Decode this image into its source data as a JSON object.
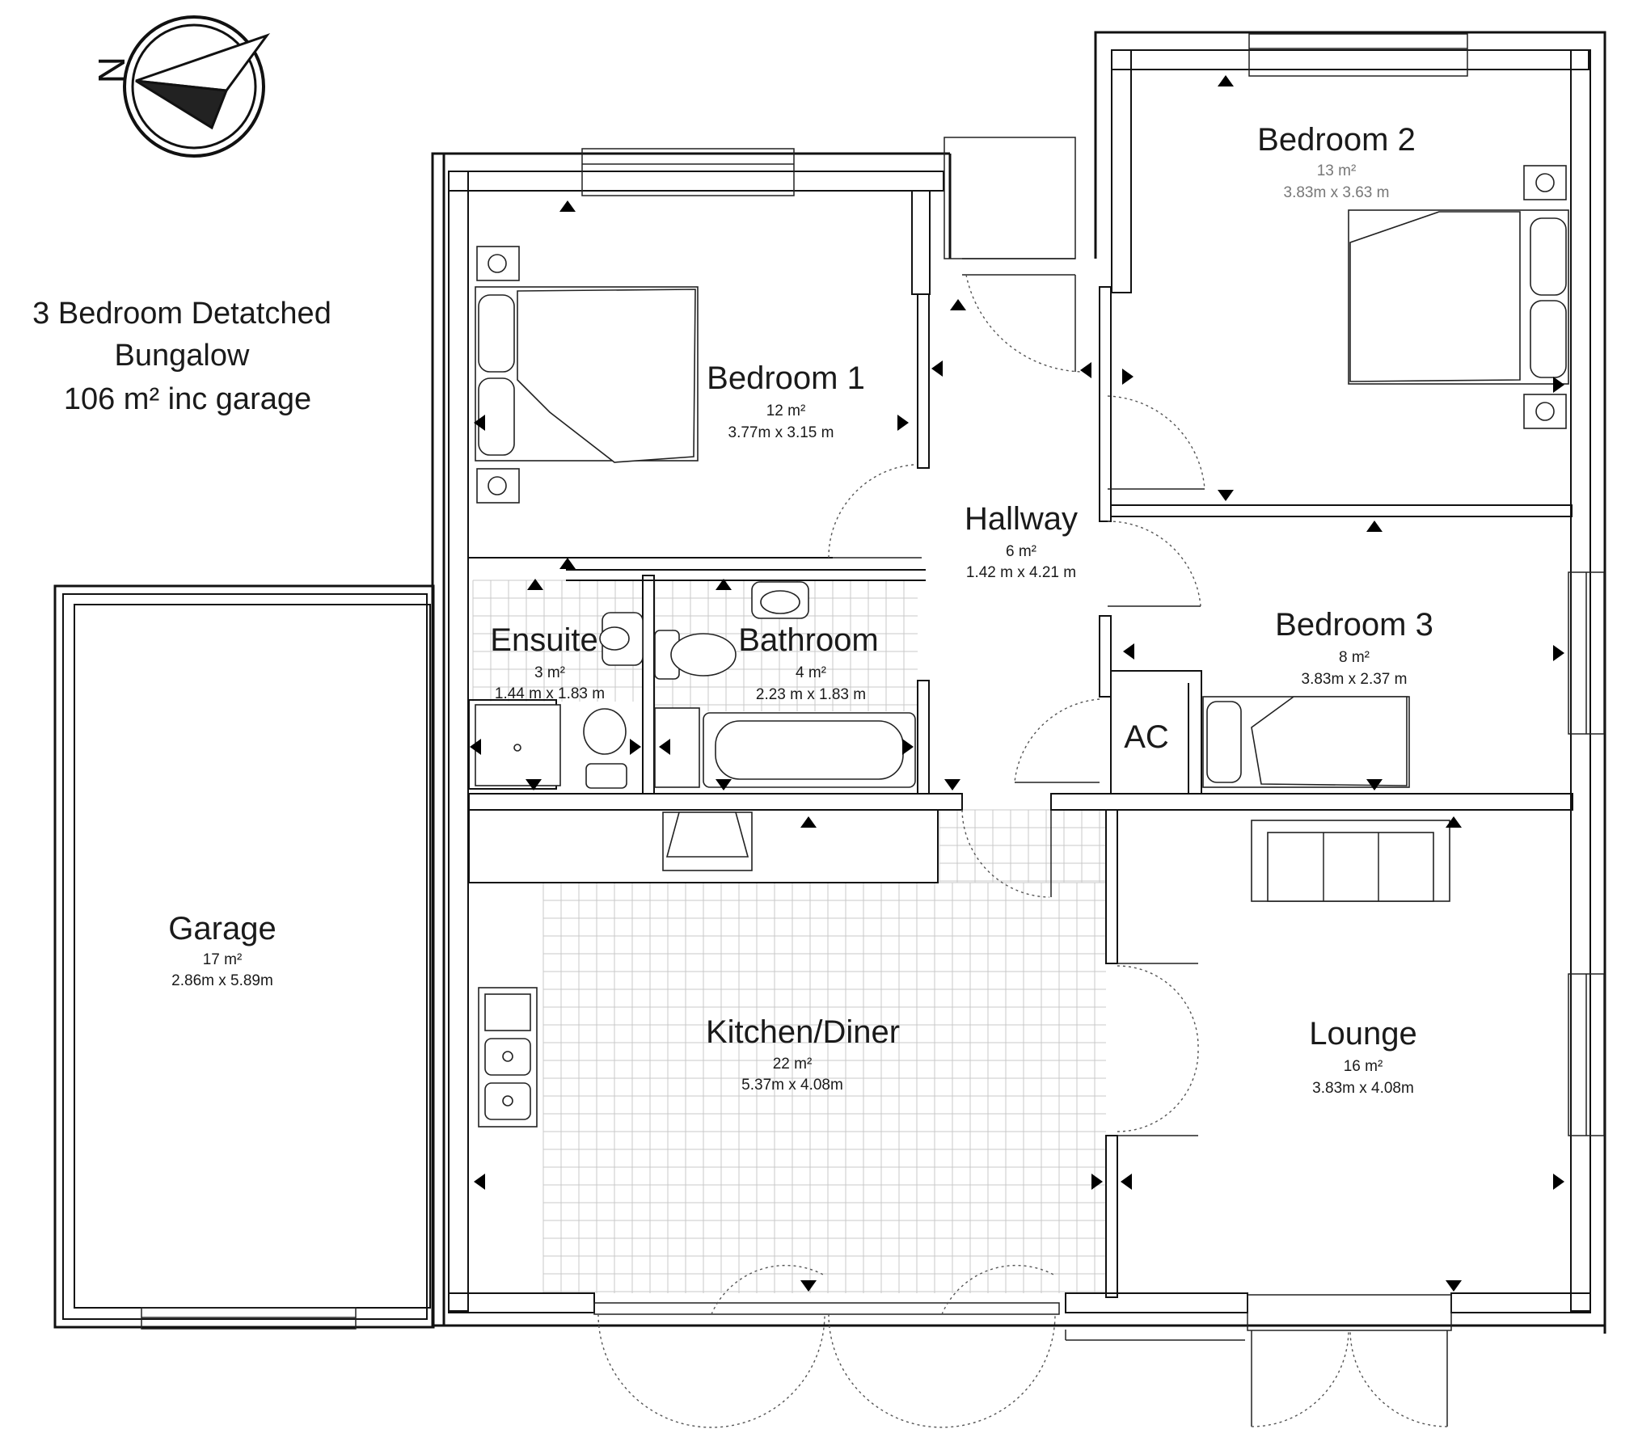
{
  "title": {
    "line1": "3 Bedroom Detatched",
    "line2": "Bungalow",
    "line3": "106 m² inc garage"
  },
  "compass": {
    "letter": "N",
    "icon": "north-arrow-icon"
  },
  "rooms": {
    "bedroom1": {
      "name": "Bedroom 1",
      "area": "12 m²",
      "dims": "3.77m x 3.15 m"
    },
    "bedroom2": {
      "name": "Bedroom 2",
      "area": "13 m²",
      "dims": "3.83m x 3.63 m"
    },
    "bedroom3": {
      "name": "Bedroom 3",
      "area": "8 m²",
      "dims": "3.83m x 2.37 m"
    },
    "hallway": {
      "name": "Hallway",
      "area": "6 m²",
      "dims": "1.42 m x 4.21 m"
    },
    "ensuite": {
      "name": "Ensuite",
      "area": "3 m²",
      "dims": "1.44 m x 1.83 m"
    },
    "bathroom": {
      "name": "Bathroom",
      "area": "4 m²",
      "dims": "2.23 m x 1.83 m"
    },
    "ac": {
      "name": "AC"
    },
    "garage": {
      "name": "Garage",
      "area": "17 m²",
      "dims": "2.86m x 5.89m"
    },
    "kitchen": {
      "name": "Kitchen/Diner",
      "area": "22 m²",
      "dims": "5.37m x 4.08m"
    },
    "lounge": {
      "name": "Lounge",
      "area": "16 m²",
      "dims": "3.83m x 4.08m"
    }
  }
}
